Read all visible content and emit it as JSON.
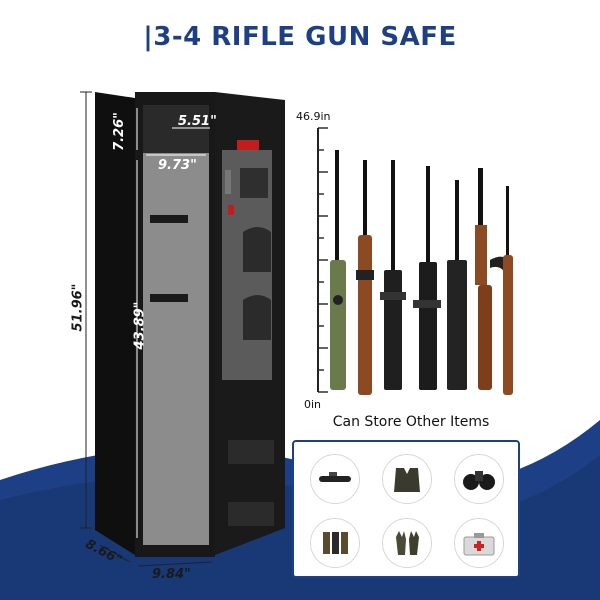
{
  "title": "3-4 RIFLE GUN SAFE",
  "title_bar": "|",
  "dimensions": {
    "top_height": "7.26\"",
    "shelf_depth": "5.51\"",
    "inner_width": "9.73\"",
    "total_height": "51.96\"",
    "inner_height": "43.89\"",
    "depth": "8.66\"",
    "width": "9.84\""
  },
  "ruler": {
    "top": "46.9in",
    "bottom": "0in"
  },
  "storage": {
    "title": "Can Store Other Items",
    "items": [
      "scope-icon",
      "tactical-vest-icon",
      "binoculars-icon",
      "magazines-icon",
      "gloves-icon",
      "first-aid-kit-icon"
    ]
  },
  "colors": {
    "brand": "#1d3f86",
    "safe": "#141414",
    "felt": "#8a8a8a"
  }
}
